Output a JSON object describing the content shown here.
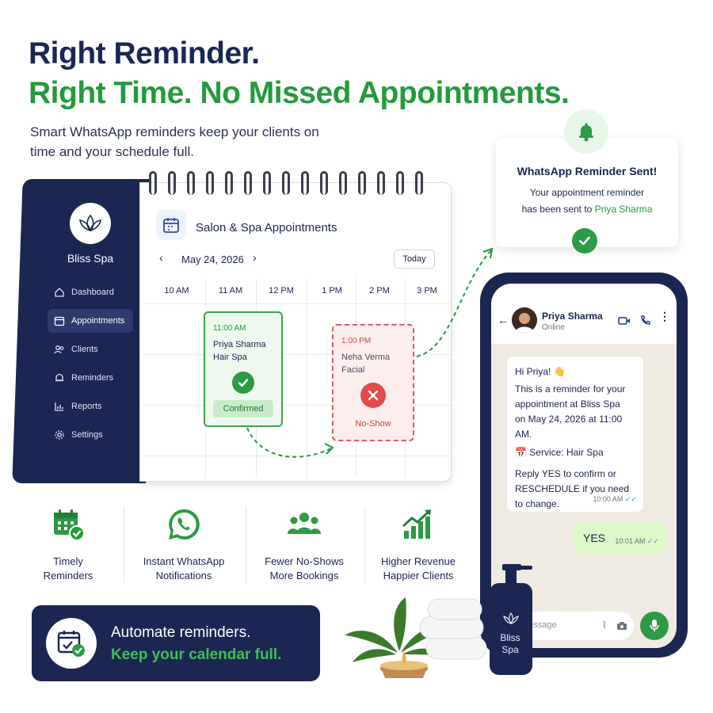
{
  "headline": {
    "line1": "Right Reminder.",
    "line2": "Right Time. No Missed Appointments.",
    "subtitle": "Smart WhatsApp reminders keep your clients on time and your schedule full."
  },
  "app": {
    "brand": "Bliss Spa",
    "nav": [
      {
        "label": "Dashboard",
        "icon": "home-icon",
        "active": false
      },
      {
        "label": "Appointments",
        "icon": "calendar-icon",
        "active": true
      },
      {
        "label": "Clients",
        "icon": "users-icon",
        "active": false
      },
      {
        "label": "Reminders",
        "icon": "bell-icon",
        "active": false
      },
      {
        "label": "Reports",
        "icon": "bar-chart-icon",
        "active": false
      },
      {
        "label": "Settings",
        "icon": "gear-icon",
        "active": false
      }
    ],
    "calendar": {
      "title": "Salon & Spa Appointments",
      "date": "May 24, 2026",
      "today_label": "Today",
      "times": [
        "10 AM",
        "11 AM",
        "12 PM",
        "1 PM",
        "2 PM",
        "3 PM"
      ],
      "appointments": [
        {
          "time": "11:00 AM",
          "client": "Priya Sharma",
          "service": "Hair Spa",
          "status": "Confirmed"
        },
        {
          "time": "1:00 PM",
          "client": "Neha Verma",
          "service": "Facial",
          "status": "No-Show"
        }
      ]
    }
  },
  "notification": {
    "title": "WhatsApp Reminder Sent!",
    "line1": "Your appointment reminder",
    "line2_prefix": "has been sent to ",
    "line2_name": "Priya Sharma"
  },
  "chat": {
    "contact_name": "Priya Sharma",
    "contact_status": "Online",
    "incoming": {
      "greeting": "Hi Priya! 👋",
      "body1": "This is a reminder for your",
      "body2": "appointment at Bliss Spa",
      "body3": "on May 24, 2026 at 11:00 AM.",
      "service": "📅 Service: Hair Spa",
      "reply1": "Reply YES to confirm or",
      "reply2": "RESCHEDULE if you need",
      "reply3": "to change.",
      "time": "10:00 AM"
    },
    "outgoing": {
      "text": "YES",
      "time": "10:01 AM"
    },
    "input_placeholder": "Message"
  },
  "features": [
    {
      "line1": "Timely",
      "line2": "Reminders",
      "icon": "calendar-check-icon"
    },
    {
      "line1": "Instant WhatsApp",
      "line2": "Notifications",
      "icon": "whatsapp-icon"
    },
    {
      "line1": "Fewer No-Shows",
      "line2": "More Bookings",
      "icon": "group-icon"
    },
    {
      "line1": "Higher Revenue",
      "line2": "Happier Clients",
      "icon": "growth-chart-icon"
    }
  ],
  "banner": {
    "line1": "Automate reminders.",
    "line2": "Keep your calendar full."
  },
  "bottle": {
    "line1": "Bliss",
    "line2": "Spa"
  },
  "colors": {
    "navy": "#1b2653",
    "green": "#239a3b",
    "red": "#e05a5a",
    "chat_bg": "#efeae2",
    "bubble_out": "#dcf8c6"
  }
}
